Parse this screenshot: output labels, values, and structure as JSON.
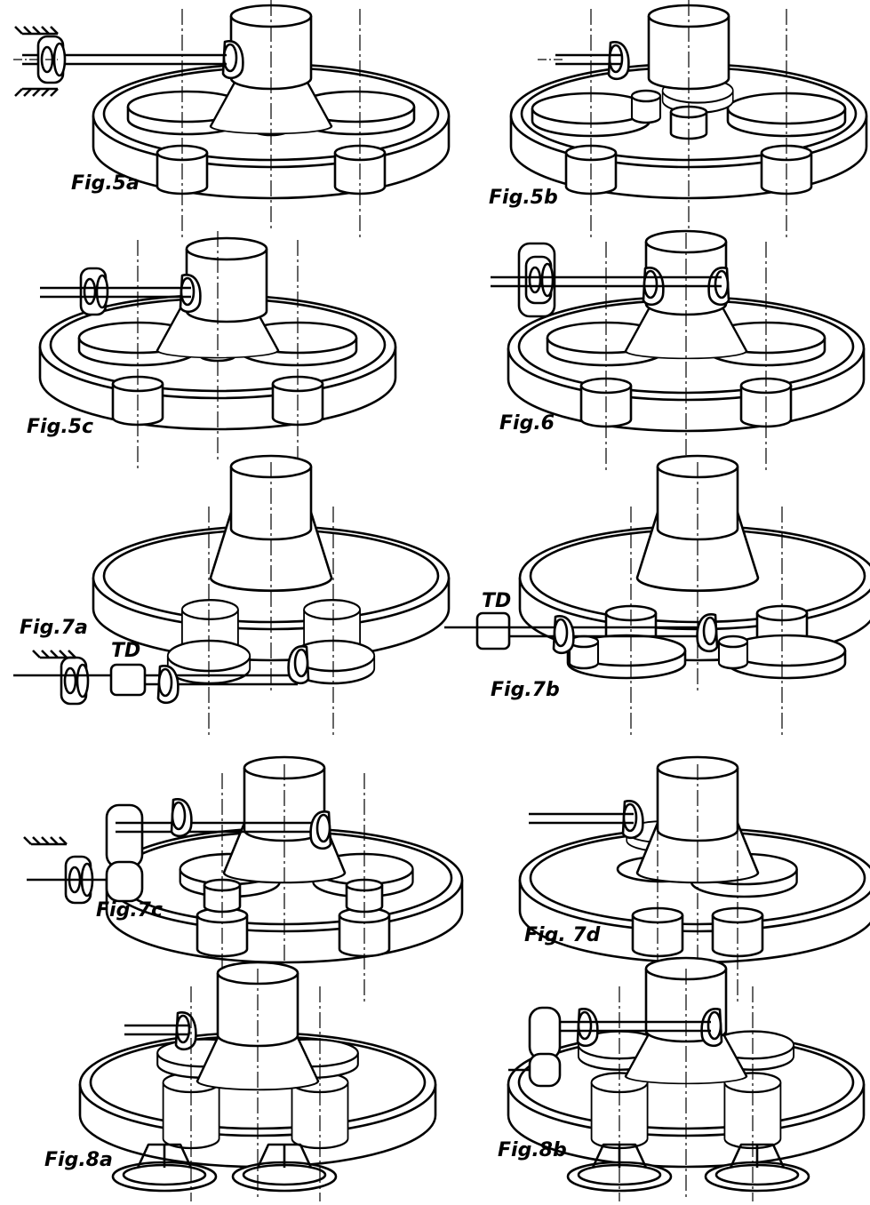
{
  "figures": [
    {
      "label": "Fig.5a"
    },
    {
      "label": "Fig.5b"
    },
    {
      "label": "Fig.5c"
    },
    {
      "label": "Fig.6"
    },
    {
      "label": "Fig.7a",
      "extra": "TD"
    },
    {
      "label": "Fig.7b",
      "extra": "TD"
    },
    {
      "label": "Fig.7c"
    },
    {
      "label": "Fig. 7d"
    },
    {
      "label": "Fig.8a"
    },
    {
      "label": "Fig.8b"
    }
  ],
  "colors": {
    "ink": "#000000",
    "paper": "#ffffff"
  }
}
